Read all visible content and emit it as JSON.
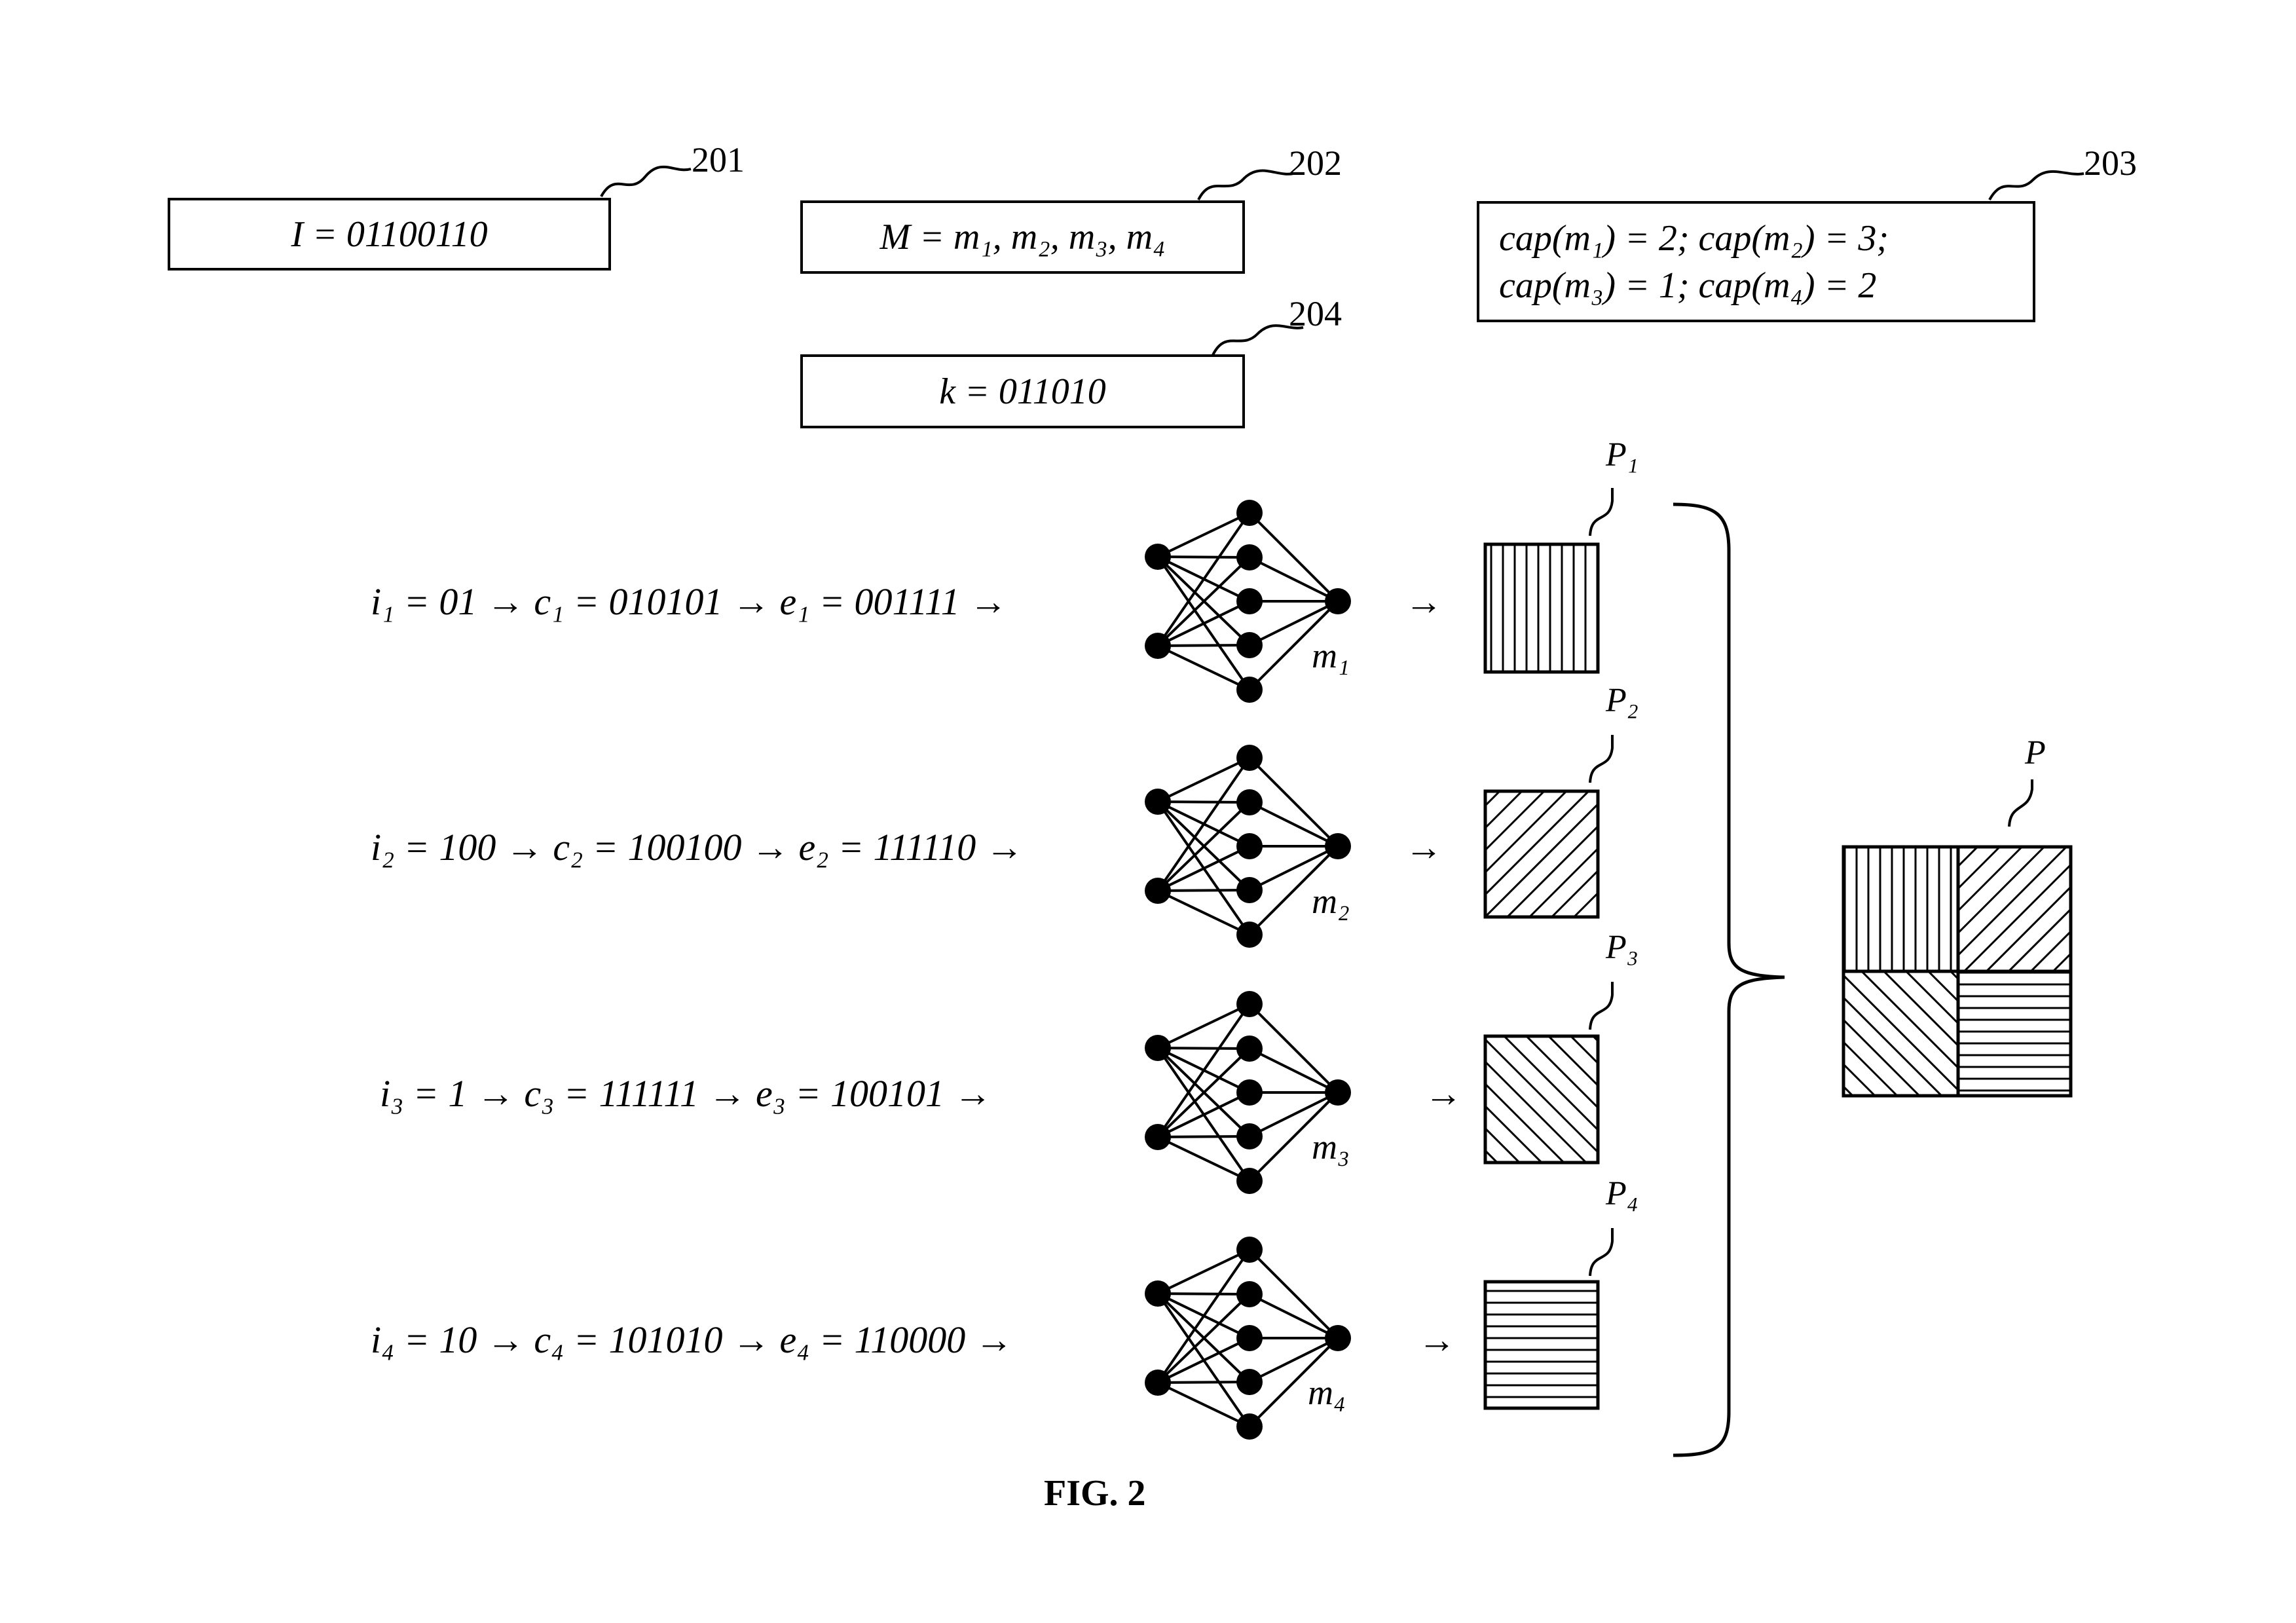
{
  "reference_numerals": {
    "r201": "201",
    "r202": "202",
    "r203": "203",
    "r204": "204"
  },
  "boxes": {
    "input": "I = 01100110",
    "models": "M = m₁, m₂, m₃, m₄",
    "key": "k = 011010",
    "capacity_line1": "cap(m₁) = 2; cap(m₂) = 3;",
    "capacity_line2": "cap(m₃) = 1; cap(m₄) = 2"
  },
  "rows": [
    {
      "equation": "i₁ = 01  → c₁ = 010101 → e₁ = 001111 →",
      "model": "m₁",
      "pattern": "P₁",
      "arrow": "→"
    },
    {
      "equation": "i₂ = 100 → c₂ = 100100 → e₂ = 111110 →",
      "model": "m₂",
      "pattern": "P₂",
      "arrow": "→"
    },
    {
      "equation": "i₃ = 1  → c₃ = 111111  → e₃ = 100101  →",
      "model": "m₃",
      "pattern": "P₃",
      "arrow": "→"
    },
    {
      "equation": "i₄ = 10  → c₄ = 101010  → e₄ = 110000 →",
      "model": "m₄",
      "pattern": "P₄",
      "arrow": "→"
    }
  ],
  "combined_label": "P",
  "figure_caption": "FIG. 2"
}
